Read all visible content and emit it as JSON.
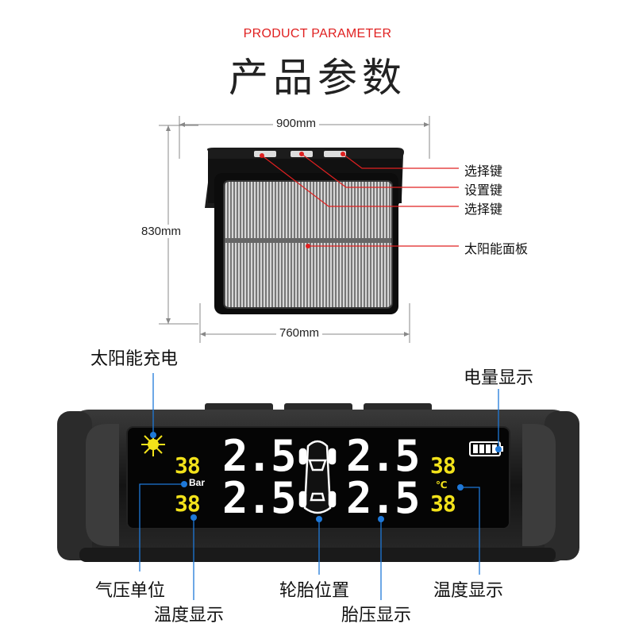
{
  "header": {
    "subtitle": "PRODUCT PARAMETER",
    "title": "产品参数"
  },
  "dimensions": {
    "width_top": "900mm",
    "height_left": "830mm",
    "width_bottom": "760mm"
  },
  "top_callouts": {
    "select_key_1": "选择键",
    "set_key": "设置键",
    "select_key_2": "选择键",
    "solar_panel": "太阳能面板"
  },
  "bottom_callouts": {
    "solar_charging": "太阳能充电",
    "battery_display": "电量显示",
    "pressure_unit": "气压单位",
    "temp_display_left": "温度显示",
    "tire_position": "轮胎位置",
    "tire_pressure_display": "胎压显示",
    "temp_display_right": "温度显示"
  },
  "lcd": {
    "pressure_fl": "2.5",
    "pressure_fr": "2.5",
    "pressure_rl": "2.5",
    "pressure_rr": "2.5",
    "temp_fl": "38",
    "temp_fr": "38",
    "temp_rl": "38",
    "temp_rr": "38",
    "unit": "Bar",
    "temp_unit": "℃"
  },
  "colors": {
    "accent_red": "#e02020",
    "lcd_yellow": "#f2e21a",
    "callout_blue": "#1e78d8",
    "lcd_white": "#ffffff"
  }
}
